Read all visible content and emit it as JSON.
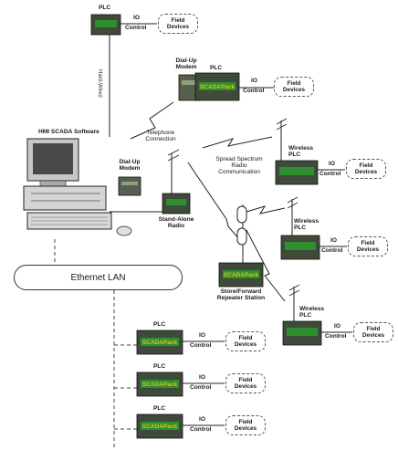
{
  "labels": {
    "plc": "PLC",
    "io": "IO",
    "control": "Control",
    "field_devices": "Field\nDevices",
    "hard_wired": "Hard-Wired",
    "dialup_modem": "Dial-Up\nModem",
    "telephone_connection": "Telephone\nConnection",
    "hmi_scada_software": "HMI SCADA Software",
    "spread_spectrum": "Spread Spectrum\nRadio\nCommunication",
    "wireless_plc": "Wireless\nPLC",
    "standalone_radio": "Stand-Alone\nRadio",
    "store_forward": "Store/Forward\nRepeater Station",
    "ethernet_lan": "Ethernet LAN",
    "scadapack": "SCADAPack"
  },
  "colors": {
    "plc_body": "#3f4a3a",
    "plc_green": "#2f8f2f",
    "scadapack_text": "#d9c21a",
    "line": "#222222",
    "dashed": "#444444"
  }
}
